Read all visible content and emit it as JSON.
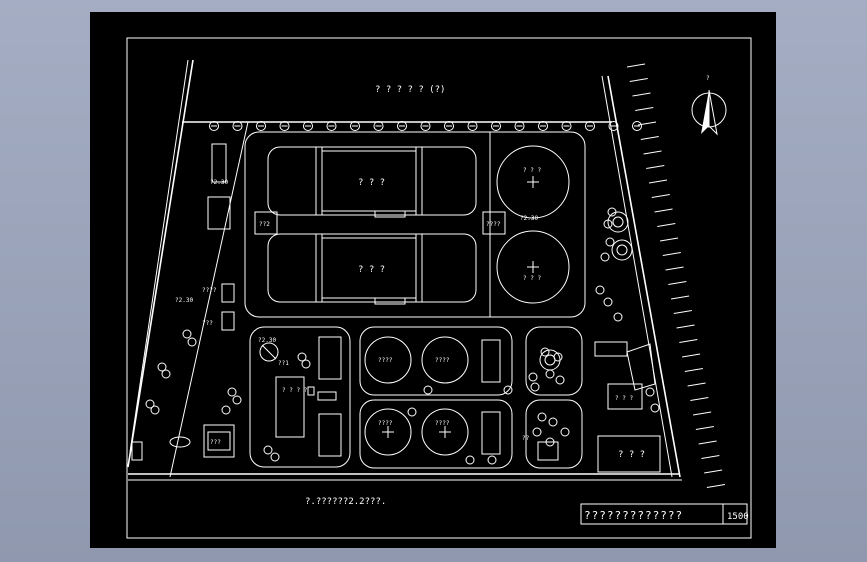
{
  "drawing": {
    "top_label": "? ? ? ?  ? (?)",
    "north_label": "?",
    "scale": "1500",
    "title_block_text": "?????????????",
    "bottom_note": "?.??????2.2???.",
    "labels": {
      "pool1": "? ? ?",
      "pool2": "? ? ?",
      "tank_top": "? ? ?",
      "tank_bottom": "? ? ?",
      "small_a": "??2",
      "small_b": "????",
      "left_a": "????",
      "left_b": "???",
      "tank_c1": "????",
      "tank_c2": "????",
      "tank_c3": "????",
      "tank_c4": "????",
      "bldg_a": "? ? ? ?",
      "bldg_b": "? ? ?",
      "bldg_c": "???",
      "bldg_d": "? ? ?",
      "note_1": "??1",
      "note_2": "?2.30",
      "note_3": "?2.30",
      "note_4": "?2.30",
      "note_5": "?2.30",
      "note_6": "??"
    }
  }
}
